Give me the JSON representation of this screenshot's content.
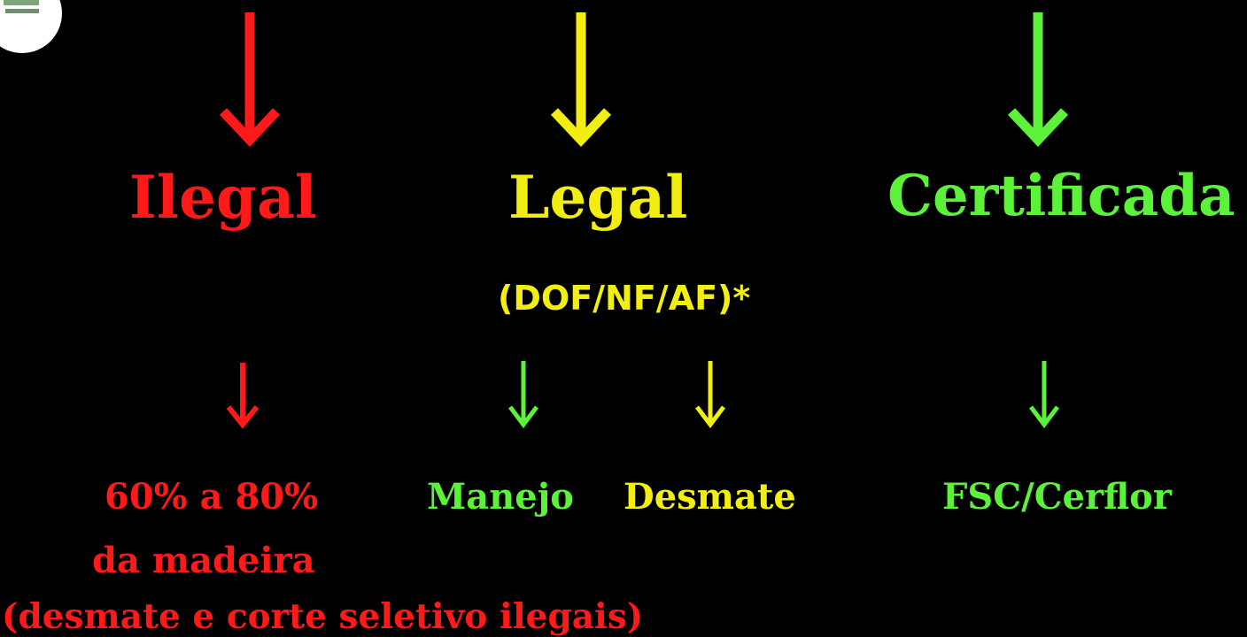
{
  "colors": {
    "red": "#ff1a1a",
    "yellow": "#f2ee12",
    "green": "#5df23a",
    "background": "#000000"
  },
  "categories": {
    "illegal": {
      "title": "Ilegal"
    },
    "legal": {
      "title": "Legal",
      "subtitle": "(DOF/NF/AF)*"
    },
    "certified": {
      "title": "Certificada"
    }
  },
  "details": {
    "illegal_line1": "60% a 80%",
    "illegal_line2": "da madeira",
    "illegal_line3": "(desmate e corte seletivo ilegais)",
    "manejo": "Manejo",
    "desmate": "Desmate",
    "certification": "FSC/Cerflor"
  },
  "icons": {
    "arrow": "arrow-down-icon",
    "logo": "logo-badge"
  }
}
